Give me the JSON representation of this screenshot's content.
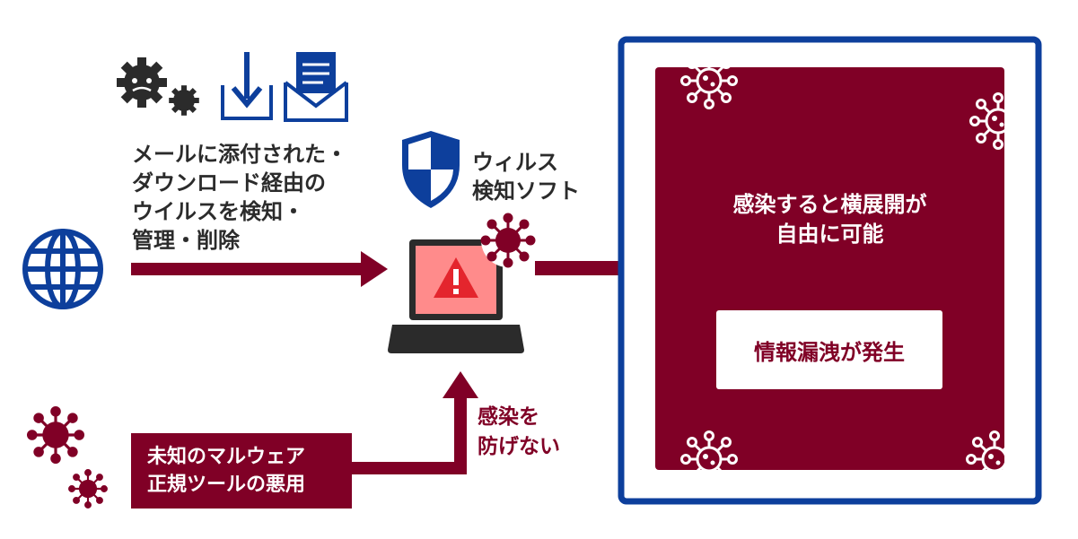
{
  "left": {
    "email_download_text": [
      "メールに添付された・",
      "ダウンロード経由の",
      "ウイルスを検知・",
      "管理・削除"
    ],
    "malware_box": [
      "未知のマルウェア",
      "正規ツールの悪用"
    ]
  },
  "center": {
    "antivirus_label": [
      "ウィルス",
      "検知ソフト"
    ],
    "infection_text": [
      "感染を",
      "防げない"
    ]
  },
  "right": {
    "lateral_text": [
      "感染すると横展開が",
      "自由に可能"
    ],
    "leak_label": "情報漏洩が発生"
  },
  "colors": {
    "wine": "#800026",
    "navy": "#0d3f9c",
    "dark": "#2b2b2b"
  },
  "icons": [
    "gear-virus-icon",
    "download-icon",
    "mail-icon",
    "globe-icon",
    "shield-icon",
    "laptop-warning-icon",
    "virus-icon",
    "arrow-right-icon",
    "arrow-up-icon"
  ]
}
